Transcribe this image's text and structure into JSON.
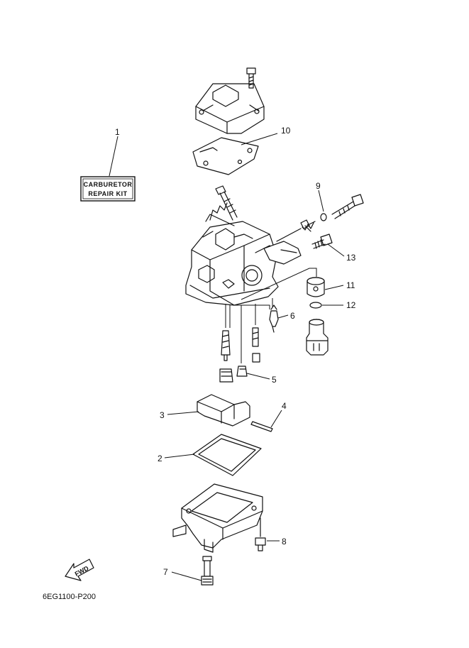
{
  "diagram_code": "6EG1100-P200",
  "repair_kit": {
    "line1": "CARBURETOR",
    "line2": "REPAIR KIT"
  },
  "fwd_label": "FWD",
  "callouts": {
    "c1": "1",
    "c2": "2",
    "c3": "3",
    "c4": "4",
    "c5": "5",
    "c6": "6",
    "c7": "7",
    "c8": "8",
    "c9": "9",
    "c10": "10",
    "c11": "11",
    "c12": "12",
    "c13": "13"
  }
}
